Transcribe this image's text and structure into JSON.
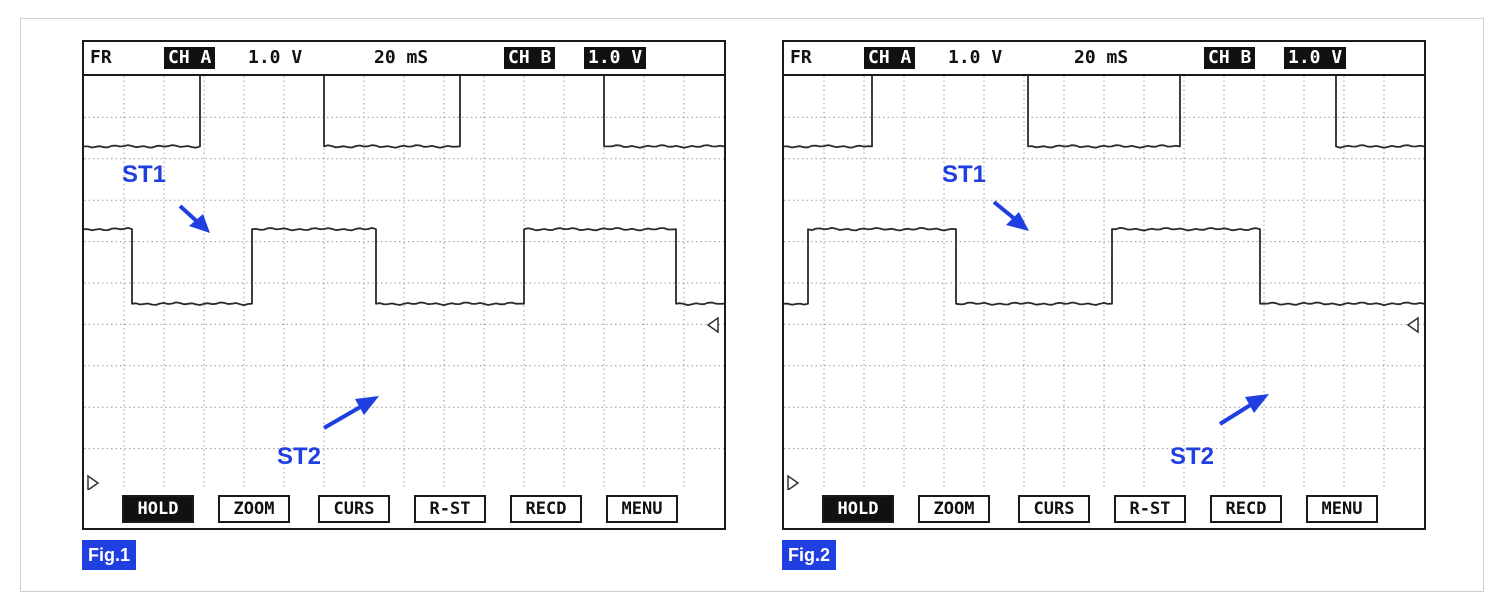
{
  "colors": {
    "annotation": "#1f3fe0",
    "figure_label_bg": "#1f3fe0",
    "trace": "#2a2a2a",
    "grid": "#9a9a9a"
  },
  "icons": {
    "channel_a_ground_marker": "right-triangle-outline",
    "trigger_level_marker": "left-triangle-outline"
  },
  "panels": [
    {
      "figure_label": "Fig.1",
      "header": {
        "mode": "FR",
        "ch_a_label": "CH A",
        "ch_a_scale": "1.0 V",
        "timebase": "20 mS",
        "ch_b_label": "CH B",
        "ch_b_scale": "1.0 V"
      },
      "buttons": [
        "HOLD",
        "ZOOM",
        "CURS",
        "R-ST",
        "RECD",
        "MENU"
      ],
      "active_button": "HOLD",
      "traces": {
        "st1": {
          "label": "ST1",
          "high_div": 5.1,
          "low_div": 3.3,
          "start_level": "low",
          "edges_div": [
            2.9,
            6.0,
            9.4,
            13.0
          ]
        },
        "st2": {
          "label": "ST2",
          "high_div": 1.3,
          "low_div": -0.5,
          "start_level": "high",
          "edges_div": [
            1.2,
            4.2,
            7.3,
            11.0,
            14.8
          ]
        }
      }
    },
    {
      "figure_label": "Fig.2",
      "header": {
        "mode": "FR",
        "ch_a_label": "CH A",
        "ch_a_scale": "1.0 V",
        "timebase": "20 mS",
        "ch_b_label": "CH B",
        "ch_b_scale": "1.0 V"
      },
      "buttons": [
        "HOLD",
        "ZOOM",
        "CURS",
        "R-ST",
        "RECD",
        "MENU"
      ],
      "active_button": "HOLD",
      "traces": {
        "st1": {
          "label": "ST1",
          "high_div": 5.1,
          "low_div": 3.3,
          "start_level": "low",
          "edges_div": [
            2.2,
            6.1,
            9.9,
            13.8
          ]
        },
        "st2": {
          "label": "ST2",
          "high_div": 1.3,
          "low_div": -0.5,
          "start_level": "low",
          "edges_div": [
            0.6,
            4.3,
            8.2,
            11.9
          ]
        }
      }
    }
  ]
}
